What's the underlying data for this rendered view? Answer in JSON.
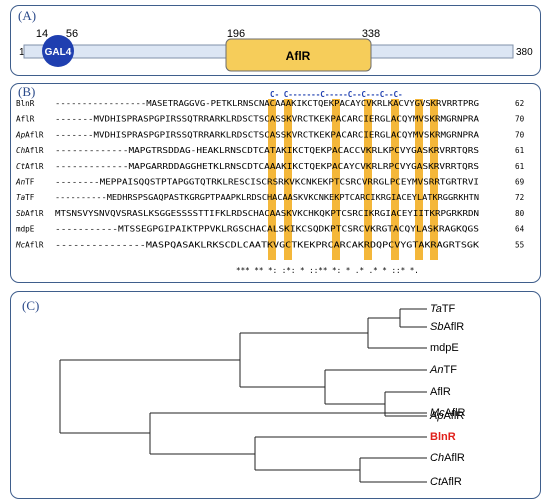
{
  "panelA": {
    "label": "(A)",
    "start_label": "1",
    "end_label": "380",
    "gal4": {
      "label": "GAL4",
      "start": 14,
      "end": 56,
      "start_label": "14",
      "end_label": "56",
      "color": "#1f3fb0"
    },
    "aflr": {
      "label": "AflR",
      "start": 196,
      "end": 338,
      "start_label": "196",
      "end_label": "338",
      "color": "#f6cd5a"
    },
    "protein_length": 380
  },
  "panelB": {
    "label": "(B)",
    "motif_line": "C-  C-------C-----C--C---C--C-",
    "highlight_color": "#f4b73a",
    "sequences": [
      {
        "name": "BlnR",
        "italic_prefix": "",
        "rest": "BlnR",
        "seq": "  -----------------MASETRAGGVG-PETKLRNSCNACAAAKIKCTQEKPACAYCVKRLKACVYGVSKRVRRTPRG",
        "count": "62"
      },
      {
        "name": "AflR",
        "italic_prefix": "",
        "rest": "AflR",
        "seq": "  -------MVDHISPRASPGPIRSSQTRRARKLRDSCTSCASSKVRCTKEKPACARCIERGLACQYMVSKRMGRNPRA",
        "count": "70"
      },
      {
        "name": "ApAflR",
        "italic_prefix": "Ap",
        "rest": "AflR",
        "seq": "-------MVDHISPRASPGPIRSSQTRRARKLRDSCTSCASSKVRCTKEKPACARCIERGLACQYMVSKRMGRNPRA",
        "count": "70"
      },
      {
        "name": "ChAflR",
        "italic_prefix": "Ch",
        "rest": "AflR",
        "seq": "-------------MAPGTRSDDAG-HEAKLRNSCDTCATAKIKCTQEKPACACCVKRLKPCVYGASKRVRRTQRS",
        "count": "61"
      },
      {
        "name": "CtAflR",
        "italic_prefix": "Ct",
        "rest": "AflR",
        "seq": "-------------MAPGARRDDAGGHETKLRNSCDTCAAAKIKCTQEKPACAYCVKRLRPCVYGASKRVRRTQRS",
        "count": "61"
      },
      {
        "name": "AnTF",
        "italic_prefix": "An",
        "rest": "TF",
        "seq": "--------MEPPAISQQSTPTAPGGTQTRKLRESCISCRSRKVKCNKEKPTCSRCVRRGLPCEYMVSRRTGRTRVI",
        "count": "69"
      },
      {
        "name": "TaTF",
        "italic_prefix": "Ta",
        "rest": "TF",
        "seq": "----------MEDHRSPSGAQPASTKGRGPTPAAPKLRDSCHACAASKVKCNKEKPTCARCIKRGIACEYLATKRGGRKHTN",
        "count": "72"
      },
      {
        "name": "SbAflR",
        "italic_prefix": "Sb",
        "rest": "AflR",
        "seq": "MTSNSVYSNVQVSRASLKSGGESSSSTTIFKLRDSCHACAASKVKCHKQKPTCSRCIKRGIACEYIITKRPGRKRDN",
        "count": "80"
      },
      {
        "name": "mdpE",
        "italic_prefix": "",
        "rest": "mdpE",
        "seq": "  -----------MTSSEGPGIPAIKTPPVKLRGSCHACALSKIKCSQDKPTCSRCVKRGTACQYLASKRAGKQGS",
        "count": "64"
      },
      {
        "name": "McAflR",
        "italic_prefix": "Mc",
        "rest": "AflR",
        "seq": "---------------MASPQASAKLRKSCDLCAATKVGCTKEKPRCARCAKRDQPCVYGTAKRAGRTSGK",
        "count": "55"
      }
    ],
    "consensus": "*** ** *: :*: * ::** *: * .* .* * ::* *."
  },
  "panelC": {
    "label": "(C)",
    "leaves": [
      {
        "name": "TaTF",
        "italic_prefix": "Ta",
        "rest": "TF",
        "highlight": false
      },
      {
        "name": "SbAflR",
        "italic_prefix": "Sb",
        "rest": "AflR",
        "highlight": false
      },
      {
        "name": "mdpE",
        "italic_prefix": "",
        "rest": "mdpE",
        "highlight": false
      },
      {
        "name": "AnTF",
        "italic_prefix": "An",
        "rest": "TF",
        "highlight": false
      },
      {
        "name": "AflR",
        "italic_prefix": "",
        "rest": "AflR",
        "highlight": false
      },
      {
        "name": "ApAflR",
        "italic_prefix": "Ap",
        "rest": "AflR",
        "highlight": false
      },
      {
        "name": "McAflR",
        "italic_prefix": "Mc",
        "rest": "AflR",
        "highlight": false
      },
      {
        "name": "BlnR",
        "italic_prefix": "",
        "rest": "BlnR",
        "highlight": true,
        "color": "#e0201b"
      },
      {
        "name": "ChAflR",
        "italic_prefix": "Ch",
        "rest": "AflR",
        "highlight": false
      },
      {
        "name": "CtAflR",
        "italic_prefix": "Ct",
        "rest": "AflR",
        "highlight": false
      }
    ],
    "line_color": "#222222"
  }
}
